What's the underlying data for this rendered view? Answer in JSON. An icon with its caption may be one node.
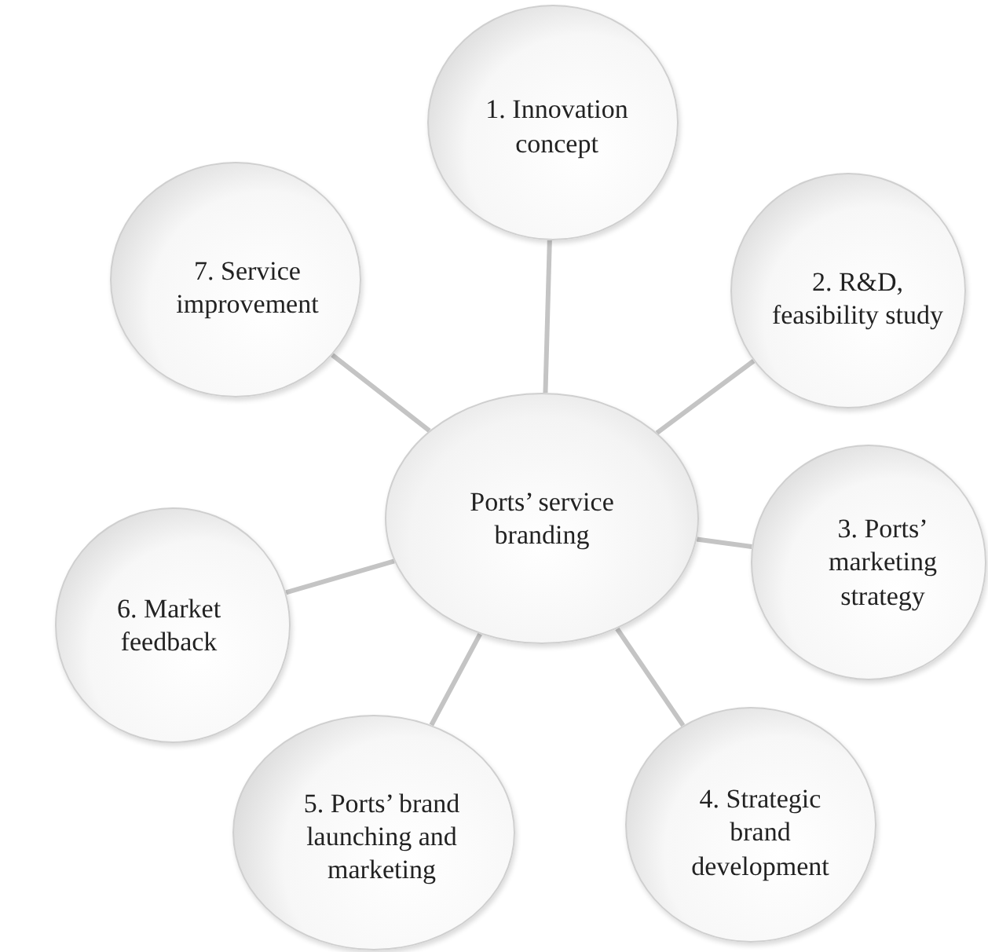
{
  "diagram": {
    "nodes": [
      {
        "text": [
          "Ports’ service branding"
        ]
      },
      {
        "text": [
          "1. Innovation concept"
        ]
      },
      {
        "text": [
          "2. R&D, feasibility study"
        ]
      },
      {
        "text": [
          "3. Ports’ marketing strategy"
        ]
      },
      {
        "text": [
          "4. Strategic brand development"
        ]
      },
      {
        "text": [
          "5. Ports’ brand launching and marketing"
        ]
      },
      {
        "text": [
          "6. Market feedback"
        ]
      },
      {
        "text": [
          "7. Service improvement"
        ]
      }
    ],
    "edges": [
      {
        "from": 0,
        "to": 1,
        "arrow": "none"
      },
      {
        "from": 0,
        "to": 2,
        "arrow": "none"
      },
      {
        "from": 0,
        "to": 3,
        "arrow": "none"
      },
      {
        "from": 0,
        "to": 4,
        "arrow": "none"
      },
      {
        "from": 0,
        "to": 5,
        "arrow": "none"
      },
      {
        "from": 0,
        "to": 6,
        "arrow": "none"
      },
      {
        "from": 0,
        "to": 7,
        "arrow": "none"
      }
    ]
  }
}
